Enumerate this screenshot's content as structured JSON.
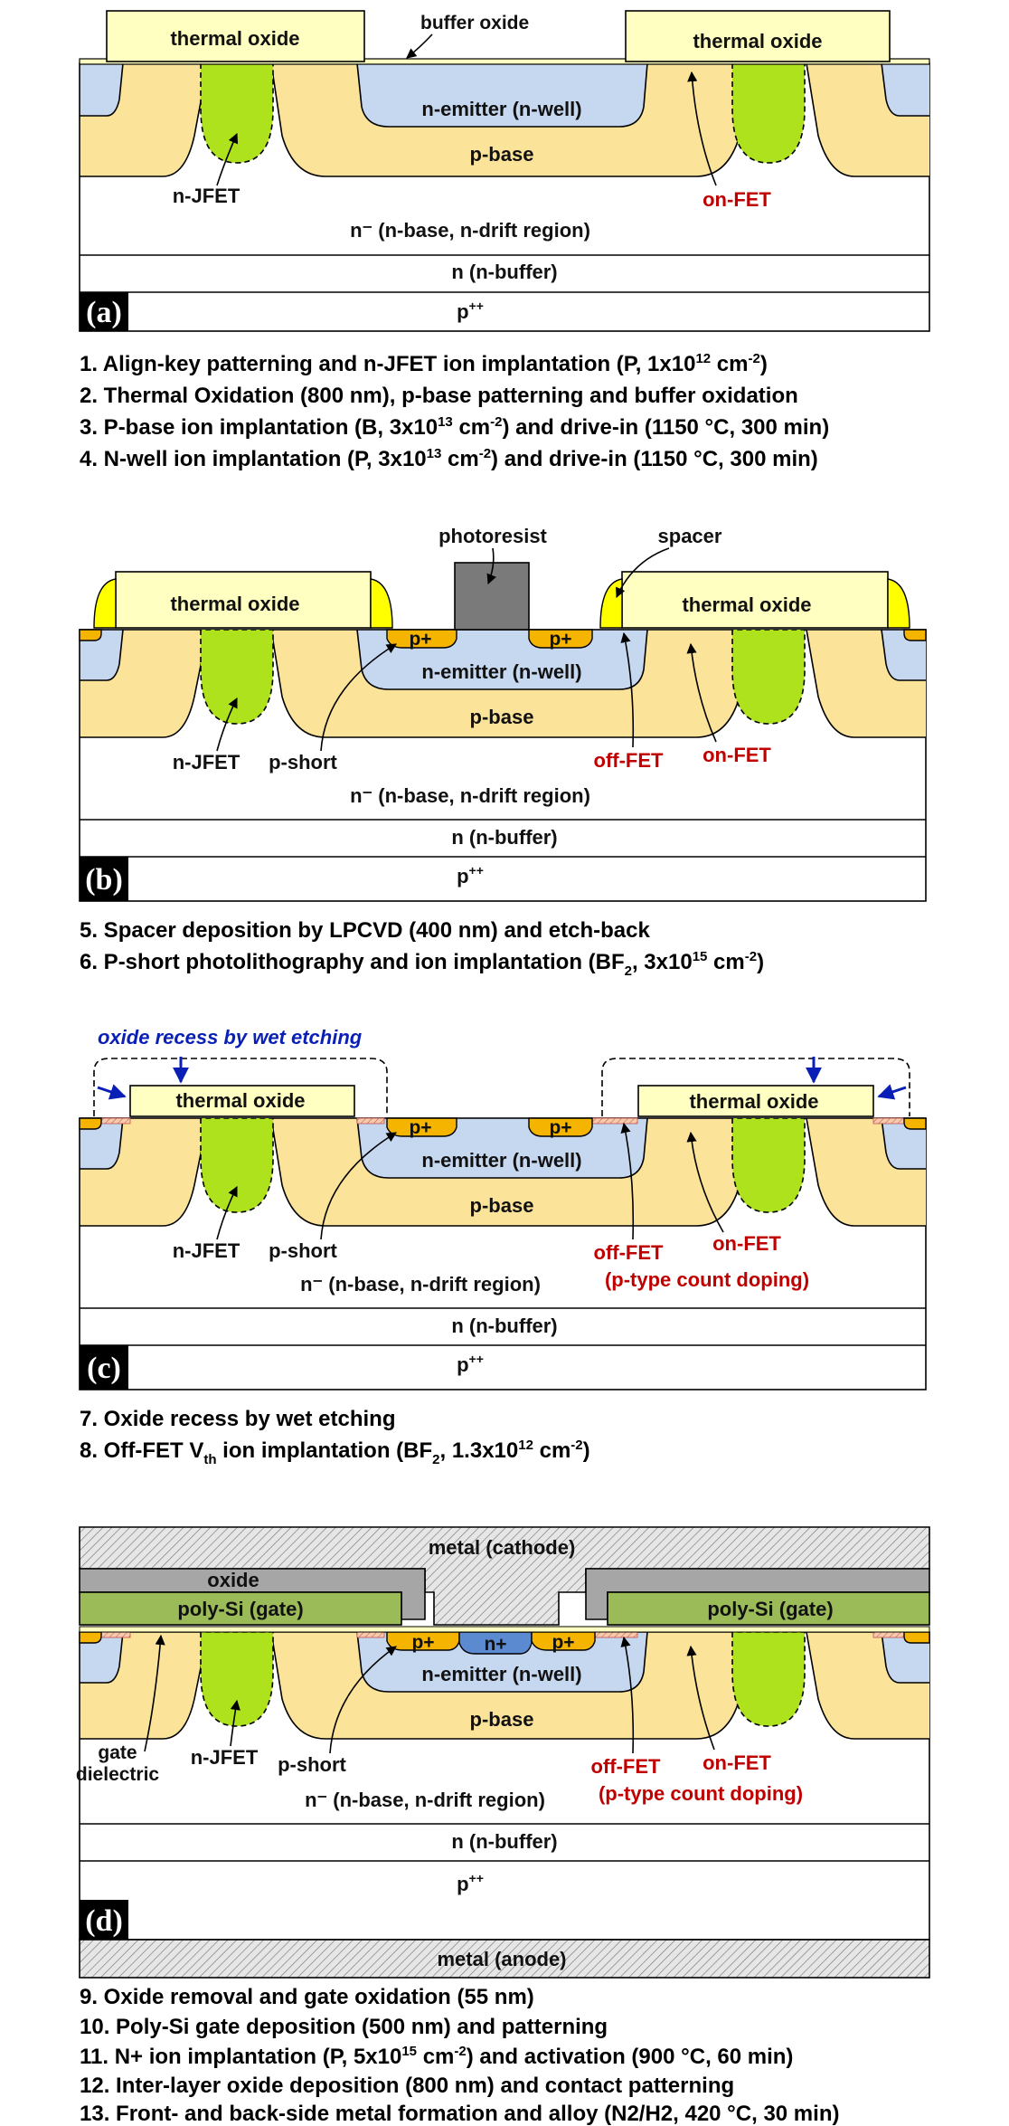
{
  "colors": {
    "thermal_oxide": "#ffffc2",
    "p_base": "#fbe39a",
    "n_emitter": "#c6d7f0",
    "jfet": "#aee21c",
    "p_plus": "#f5b400",
    "n_plus": "#5b8ad1",
    "spacer": "#ffff00",
    "photoresist": "#7a7a7a",
    "poly": "#9bbb59",
    "oxide_dark": "#a6a6a6",
    "metal": "#d9d9d9",
    "off_label": "#c00000",
    "recess_label": "#0a1fb5"
  },
  "labels": {
    "thermal_oxide": "thermal oxide",
    "buffer_oxide": "buffer oxide",
    "n_emitter": "n-emitter (n-well)",
    "p_base": "p-base",
    "n_jfet": "n-JFET",
    "on_fet": "on-FET",
    "off_fet": "off-FET",
    "p_type_count": "(p-type count doping)",
    "n_drift": "n⁻ (n-base, n-drift region)",
    "n_buffer": "n (n-buffer)",
    "p_pp": "p",
    "p_pp_sup": "++",
    "photoresist": "photoresist",
    "spacer": "spacer",
    "p_short": "p-short",
    "p_plus": "p+",
    "n_plus": "n+",
    "oxide_recess": "oxide recess by wet etching",
    "metal_cathode": "metal (cathode)",
    "metal_anode": "metal (anode)",
    "oxide": "oxide",
    "poly_gate": "poly-Si (gate)",
    "gate_dielectric_1": "gate",
    "gate_dielectric_2": "dielectric"
  },
  "panels": {
    "a": "(a)",
    "b": "(b)",
    "c": "(c)",
    "d": "(d)"
  },
  "steps": {
    "s1": "1. Align-key patterning and n-JFET ion implantation (P, 1x10",
    "s1_sup": "12",
    "s1_end": " cm",
    "s1_sup2": "-2",
    "s1_close": ")",
    "s2": "2. Thermal Oxidation (800 nm), p-base patterning and buffer oxidation",
    "s3": "3.  P-base ion implantation (B, 3x10",
    "s3_sup": "13",
    "s3_end": " cm",
    "s3_sup2": "-2",
    "s3_close": ") and drive-in (1150 °C, 300 min)",
    "s4": "4.  N-well ion implantation (P, 3x10",
    "s4_sup": "13",
    "s4_end": " cm",
    "s4_sup2": "-2",
    "s4_close": ") and drive-in (1150 °C, 300 min)",
    "s5": "5.  Spacer deposition by LPCVD (400 nm) and etch-back",
    "s6": "6.  P-short photolithography and ion implantation (BF",
    "s6_sub": "2",
    "s6_mid": ", 3x10",
    "s6_sup": "15",
    "s6_end": " cm",
    "s6_sup2": "-2",
    "s6_close": ")",
    "s7": "7.  Oxide recess by wet etching",
    "s8": "8.  Off-FET V",
    "s8_sub": "th",
    "s8_mid": " ion implantation (BF",
    "s8_sub2": "2",
    "s8_mid2": ", 1.3x10",
    "s8_sup": "12",
    "s8_end": " cm",
    "s8_sup2": "-2",
    "s8_close": ")",
    "s9": "9.    Oxide removal and gate oxidation (55 nm)",
    "s10": "10.    Poly-Si gate deposition (500 nm) and patterning",
    "s11": "11. N+ ion implantation (P, 5x10",
    "s11_sup": "15",
    "s11_end": " cm",
    "s11_sup2": "-2",
    "s11_close": ") and activation (900 °C, 60 min)",
    "s12": "12. Inter-layer oxide deposition (800 nm) and contact patterning",
    "s13": "13. Front- and back-side metal formation and alloy (N2/H2, 420 °C, 30 min)"
  }
}
